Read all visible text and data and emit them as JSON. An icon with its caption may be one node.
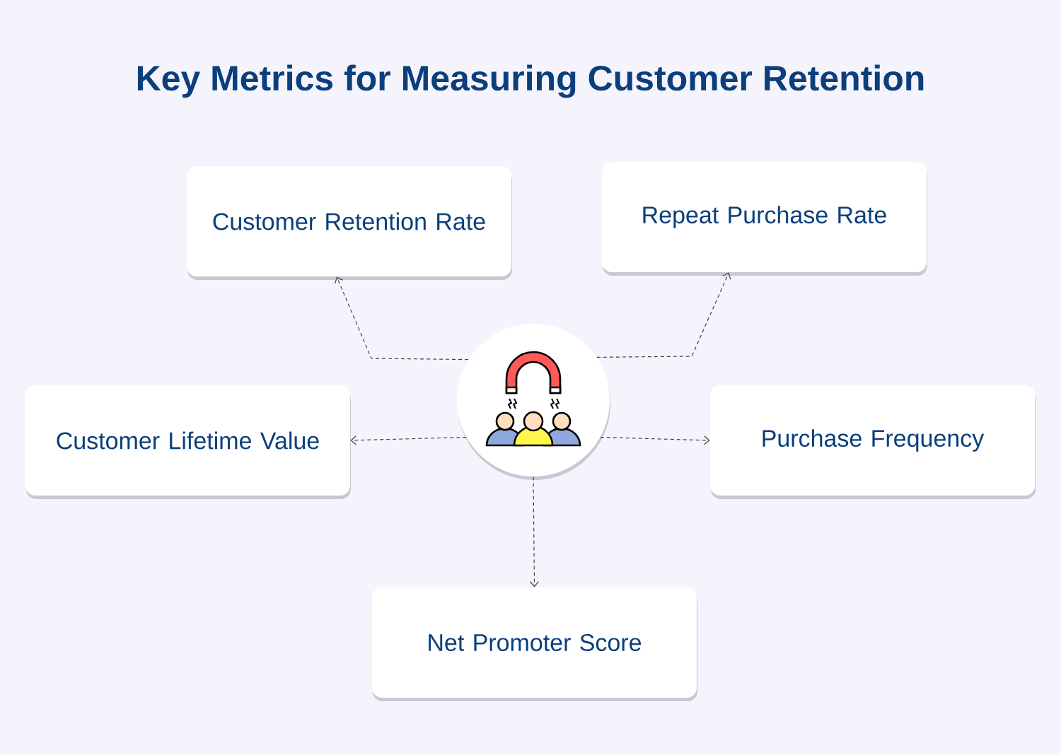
{
  "diagram": {
    "title": "Key Metrics for Measuring Customer Retention",
    "nodes": [
      {
        "text": [
          "Customer Retention Rate"
        ]
      },
      {
        "text": [
          "Repeat Purchase Rate"
        ]
      },
      {
        "text": [
          "Customer Lifetime Value"
        ]
      },
      {
        "text": [],
        "shape": "circle"
      },
      {
        "text": [
          "Purchase Frequency"
        ]
      },
      {
        "text": [
          "Net Promoter Score"
        ]
      }
    ],
    "edges": [
      {
        "from": 3,
        "to": 0,
        "arrow": "to",
        "style": "dashed"
      },
      {
        "from": 3,
        "to": 1,
        "arrow": "to",
        "style": "dashed"
      },
      {
        "from": 3,
        "to": 2,
        "arrow": "to",
        "style": "dashed"
      },
      {
        "from": 3,
        "to": 4,
        "arrow": "to",
        "style": "dashed"
      },
      {
        "from": 3,
        "to": 5,
        "arrow": "to",
        "style": "dashed"
      }
    ]
  }
}
